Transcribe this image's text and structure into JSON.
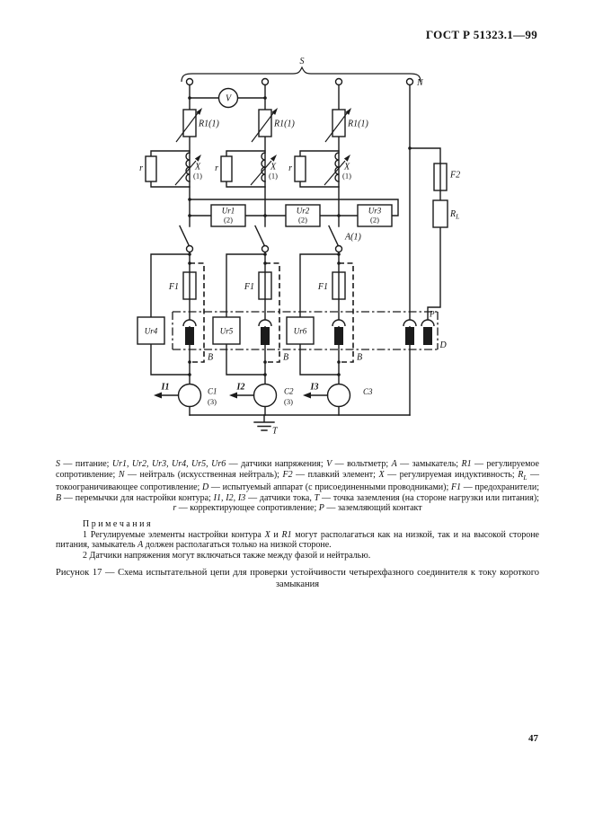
{
  "page": {
    "header": "ГОСТ Р 51323.1—99",
    "page_number": "47"
  },
  "diagram": {
    "s": "S",
    "n": "N",
    "v": "V",
    "r1": "R1(1)",
    "r": "r",
    "x": "X",
    "x_tap": "(1)",
    "ur1": "Ur1",
    "ur2": "Ur2",
    "ur3": "Ur3",
    "ur_tap": "(2)",
    "a": "A(1)",
    "f1": "F1",
    "f2": "F2",
    "rl_main": "R",
    "rl_sub": "L",
    "ur4": "Ur4",
    "ur5": "Ur5",
    "ur6": "Ur6",
    "b": "B",
    "p": "P",
    "d": "D",
    "i1": "I1",
    "i2": "I2",
    "i3": "I3",
    "c1": "C1",
    "c2": "C2",
    "c3": "C3",
    "c_tap": "(3)",
    "t": "T"
  },
  "legend": {
    "segments": [
      {
        "t": "S",
        "i": true
      },
      {
        "t": " — питание; ",
        "i": false
      },
      {
        "t": "Ur1, Ur2, Ur3, Ur4, Ur5, Ur6",
        "i": true
      },
      {
        "t": " — датчики напряжения; ",
        "i": false
      },
      {
        "t": "V",
        "i": true
      },
      {
        "t": " — вольтметр; ",
        "i": false
      },
      {
        "t": "A",
        "i": true
      },
      {
        "t": " — замыкатель; ",
        "i": false
      },
      {
        "t": "R1",
        "i": true
      },
      {
        "t": " — регулируемое сопротивление; ",
        "i": false
      },
      {
        "t": "N",
        "i": true
      },
      {
        "t": " — нейтраль (искусственная нейтраль); ",
        "i": false
      },
      {
        "t": "F2",
        "i": true
      },
      {
        "t": " — плавкий элемент; ",
        "i": false
      },
      {
        "t": "X",
        "i": true
      },
      {
        "t": " — регулируемая индуктивность; ",
        "i": false
      },
      {
        "t": "R",
        "i": true
      },
      {
        "t": "L",
        "i": true,
        "sub": true
      },
      {
        "t": " — токоограничивающее сопротивление; ",
        "i": false
      },
      {
        "t": "D",
        "i": true
      },
      {
        "t": " — испытуемый аппарат (с присоединенными проводниками); ",
        "i": false
      },
      {
        "t": "F1",
        "i": true
      },
      {
        "t": " — предохранители; ",
        "i": false
      },
      {
        "t": "B",
        "i": true
      },
      {
        "t": " — перемычки для настройки контура; ",
        "i": false
      },
      {
        "t": "I1, I2, I3",
        "i": true
      },
      {
        "t": " — датчики тока, ",
        "i": false
      },
      {
        "t": "T",
        "i": true
      },
      {
        "t": " — точка заземления (на стороне нагрузки или питания); ",
        "i": false
      },
      {
        "t": "r",
        "i": true
      },
      {
        "t": " — корректирующее сопротивление; ",
        "i": false
      },
      {
        "t": "P",
        "i": true
      },
      {
        "t": " — заземляющий контакт",
        "i": false
      }
    ]
  },
  "notes": {
    "heading": "П р и м е ч а н и я",
    "note1_segments": [
      {
        "t": "1 Регулируемые элементы настройки контура ",
        "i": false
      },
      {
        "t": "X",
        "i": true
      },
      {
        "t": " и ",
        "i": false
      },
      {
        "t": "R1",
        "i": true
      },
      {
        "t": " могут располагаться как на низкой, так и на высокой стороне питания, замыкатель ",
        "i": false
      },
      {
        "t": "A",
        "i": true
      },
      {
        "t": " должен располагаться только на низкой стороне.",
        "i": false
      }
    ],
    "note2": "2 Датчики напряжения могут включаться также между фазой и нейтралью."
  },
  "caption": "Рисунок 17 — Схема испытательной цепи для проверки устойчивости четырехфазного соединителя к току короткого замыкания"
}
